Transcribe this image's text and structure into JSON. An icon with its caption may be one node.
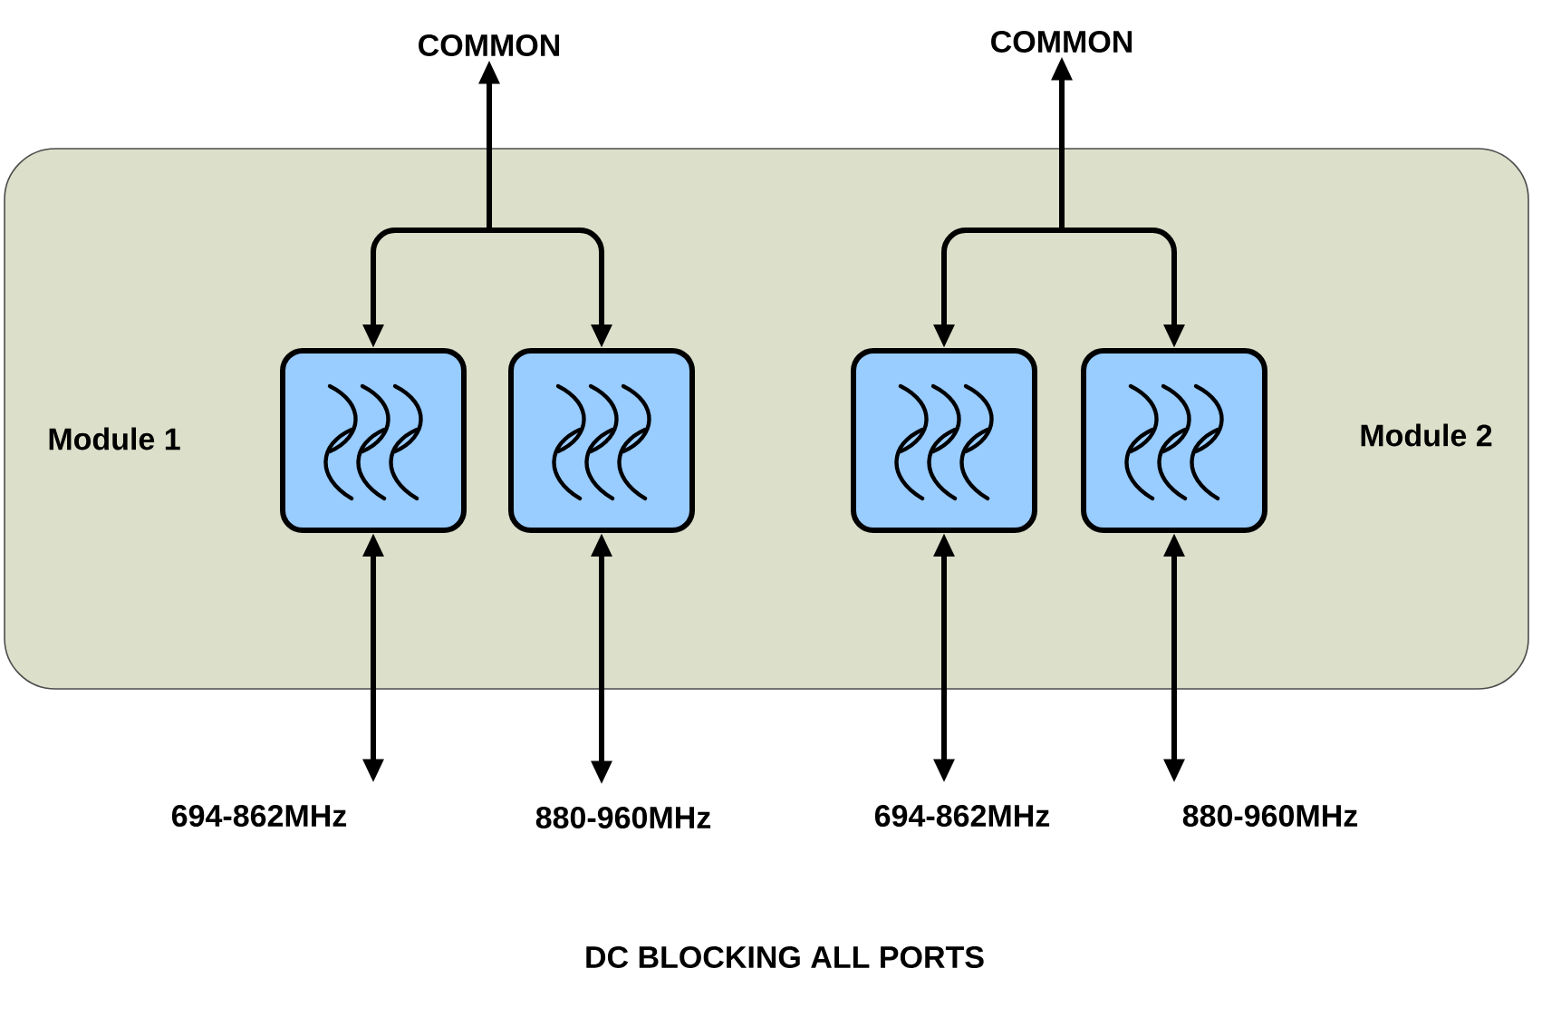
{
  "diagram": {
    "caption": "DC BLOCKING ALL PORTS",
    "nodes": [
      {
        "text": [
          "Module 1",
          "Module 2"
        ]
      },
      {
        "text": [],
        "shape": "box",
        "in": 0
      },
      {
        "text": [],
        "shape": "box",
        "in": 0
      },
      {
        "text": [],
        "shape": "box",
        "in": 0
      },
      {
        "text": [],
        "shape": "box",
        "in": 0
      },
      {
        "text": [
          "COMMON"
        ]
      },
      {
        "text": [
          "COMMON"
        ]
      },
      {
        "text": [
          "694-862MHz"
        ]
      },
      {
        "text": [
          "880-960MHz"
        ]
      },
      {
        "text": [
          "694-862MHz"
        ]
      },
      {
        "text": [
          "880-960MHz"
        ]
      }
    ],
    "edges": [
      {
        "from": 1,
        "to": 5,
        "arrow": "both"
      },
      {
        "from": 2,
        "to": 5,
        "arrow": "both"
      },
      {
        "from": 3,
        "to": 6,
        "arrow": "both"
      },
      {
        "from": 4,
        "to": 6,
        "arrow": "both"
      },
      {
        "from": 1,
        "to": 7,
        "arrow": "both"
      },
      {
        "from": 2,
        "to": 8,
        "arrow": "both"
      },
      {
        "from": 3,
        "to": 9,
        "arrow": "both"
      },
      {
        "from": 4,
        "to": 10,
        "arrow": "both"
      }
    ]
  }
}
